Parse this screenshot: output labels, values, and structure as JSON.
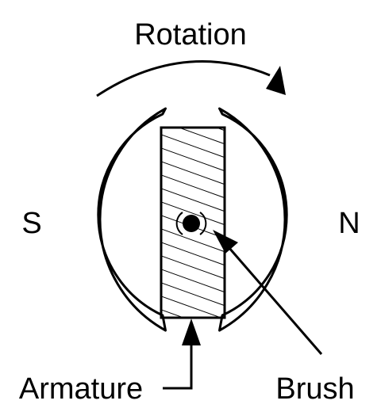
{
  "labels": {
    "rotation": "Rotation",
    "south": "S",
    "north": "N",
    "armature": "Armature",
    "brush": "Brush"
  },
  "colors": {
    "stroke": "#000000",
    "background": "#ffffff"
  }
}
